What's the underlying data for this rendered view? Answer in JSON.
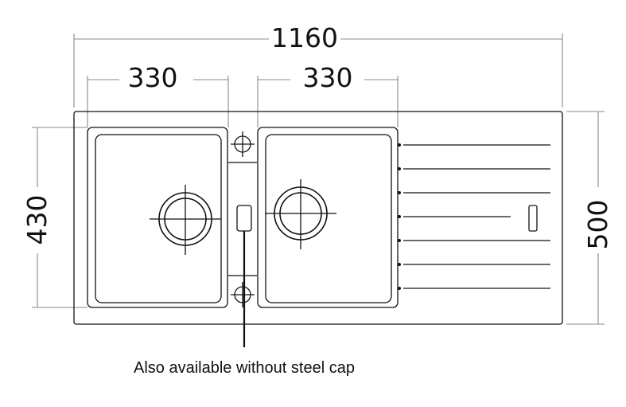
{
  "dimensions": {
    "overall_width": "1160",
    "left_bowl_width": "330",
    "right_bowl_width": "330",
    "bowl_height": "430",
    "overall_depth": "500"
  },
  "note": "Also available without steel cap"
}
